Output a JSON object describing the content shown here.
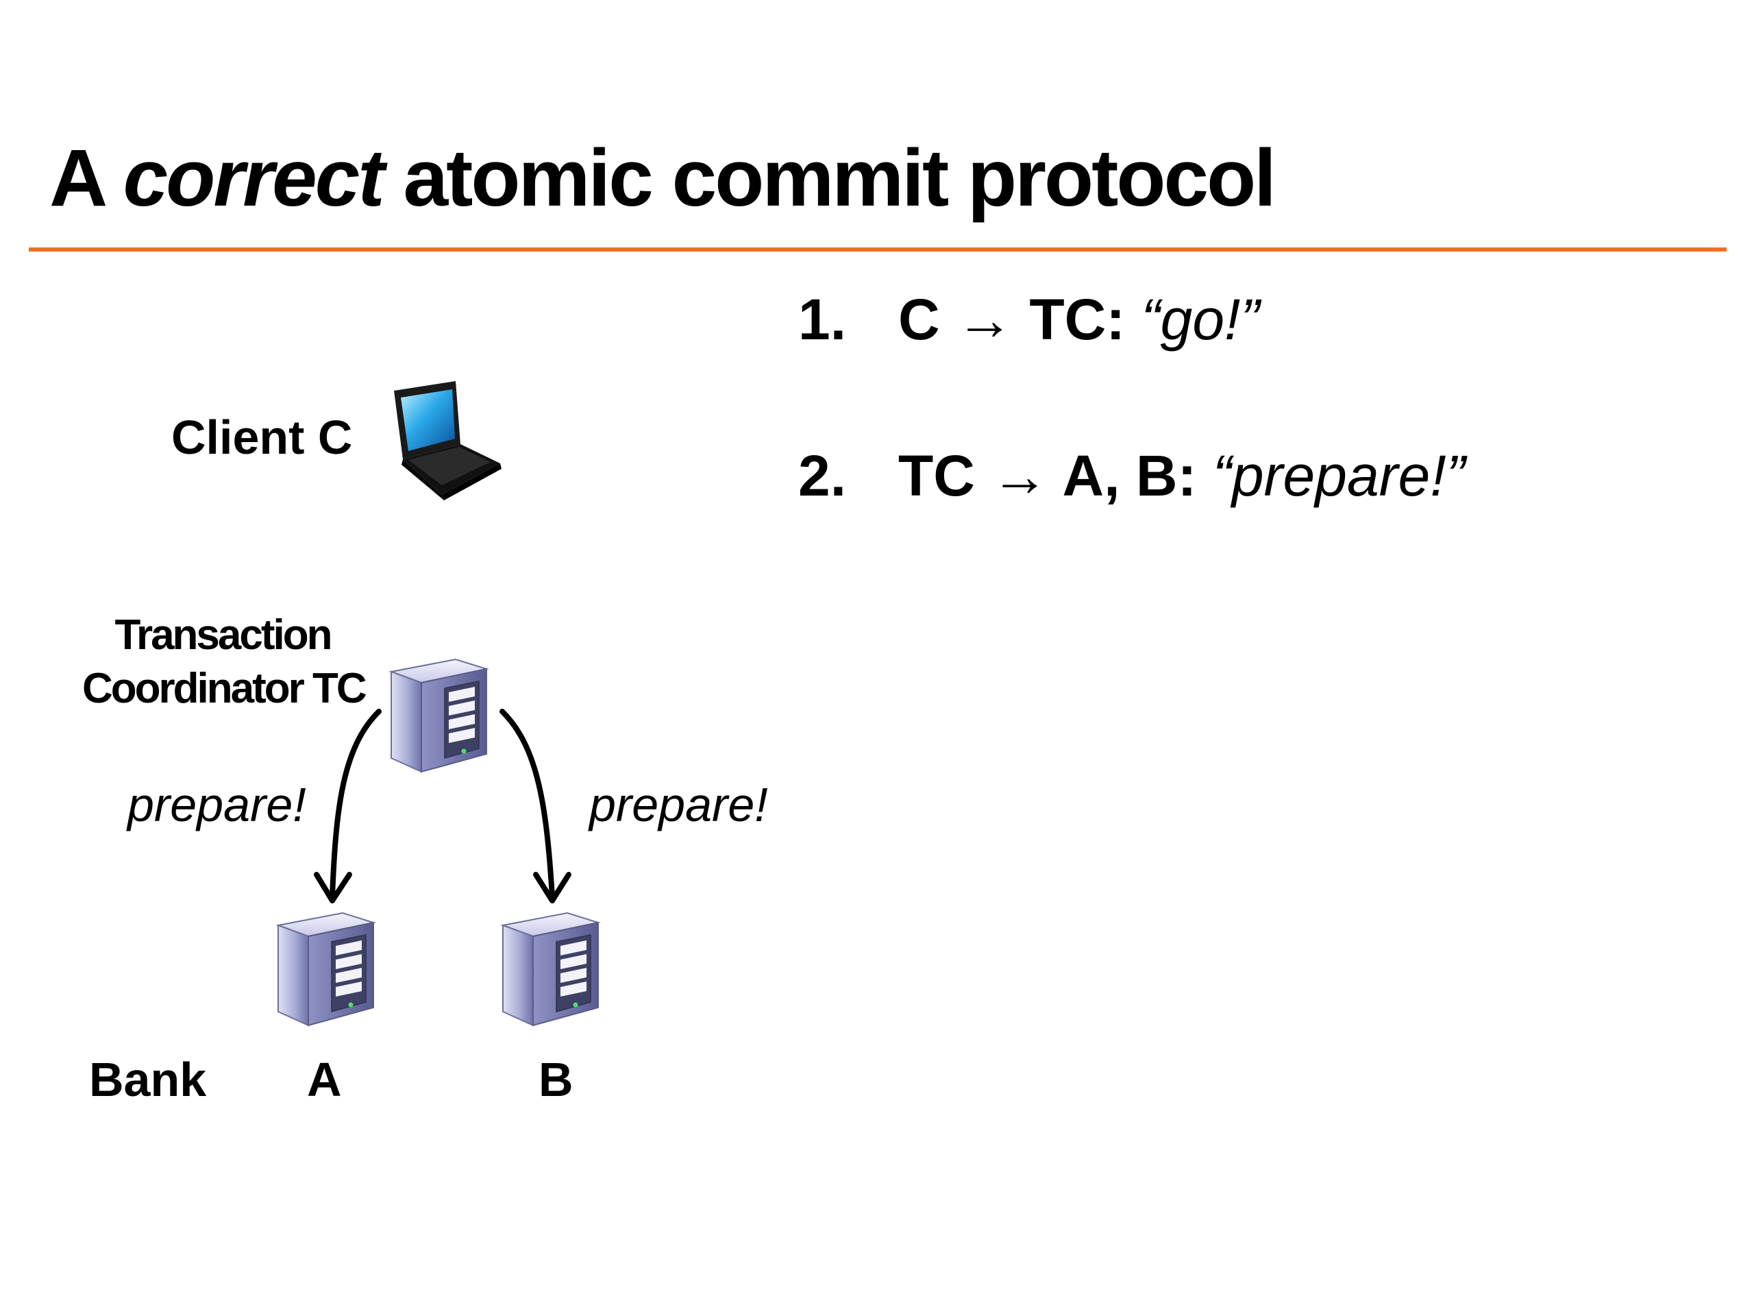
{
  "slide": {
    "title_prefix": "A ",
    "title_emphasis": "correct",
    "title_suffix": " atomic commit protocol",
    "accent_color": "#f26f21"
  },
  "steps": [
    {
      "number": "1.",
      "head": "C → TC: ",
      "message": "“go!”"
    },
    {
      "number": "2.",
      "head": "TC → A, B: ",
      "message": "“prepare!”"
    }
  ],
  "diagram": {
    "client_label": "Client C",
    "coordinator_label_line1": "Transaction",
    "coordinator_label_line2": "Coordinator TC",
    "edge_label_left": "prepare!",
    "edge_label_right": "prepare!",
    "bank_label": "Bank",
    "node_a_label": "A",
    "node_b_label": "B",
    "icons": [
      "laptop-icon",
      "server-icon"
    ]
  }
}
